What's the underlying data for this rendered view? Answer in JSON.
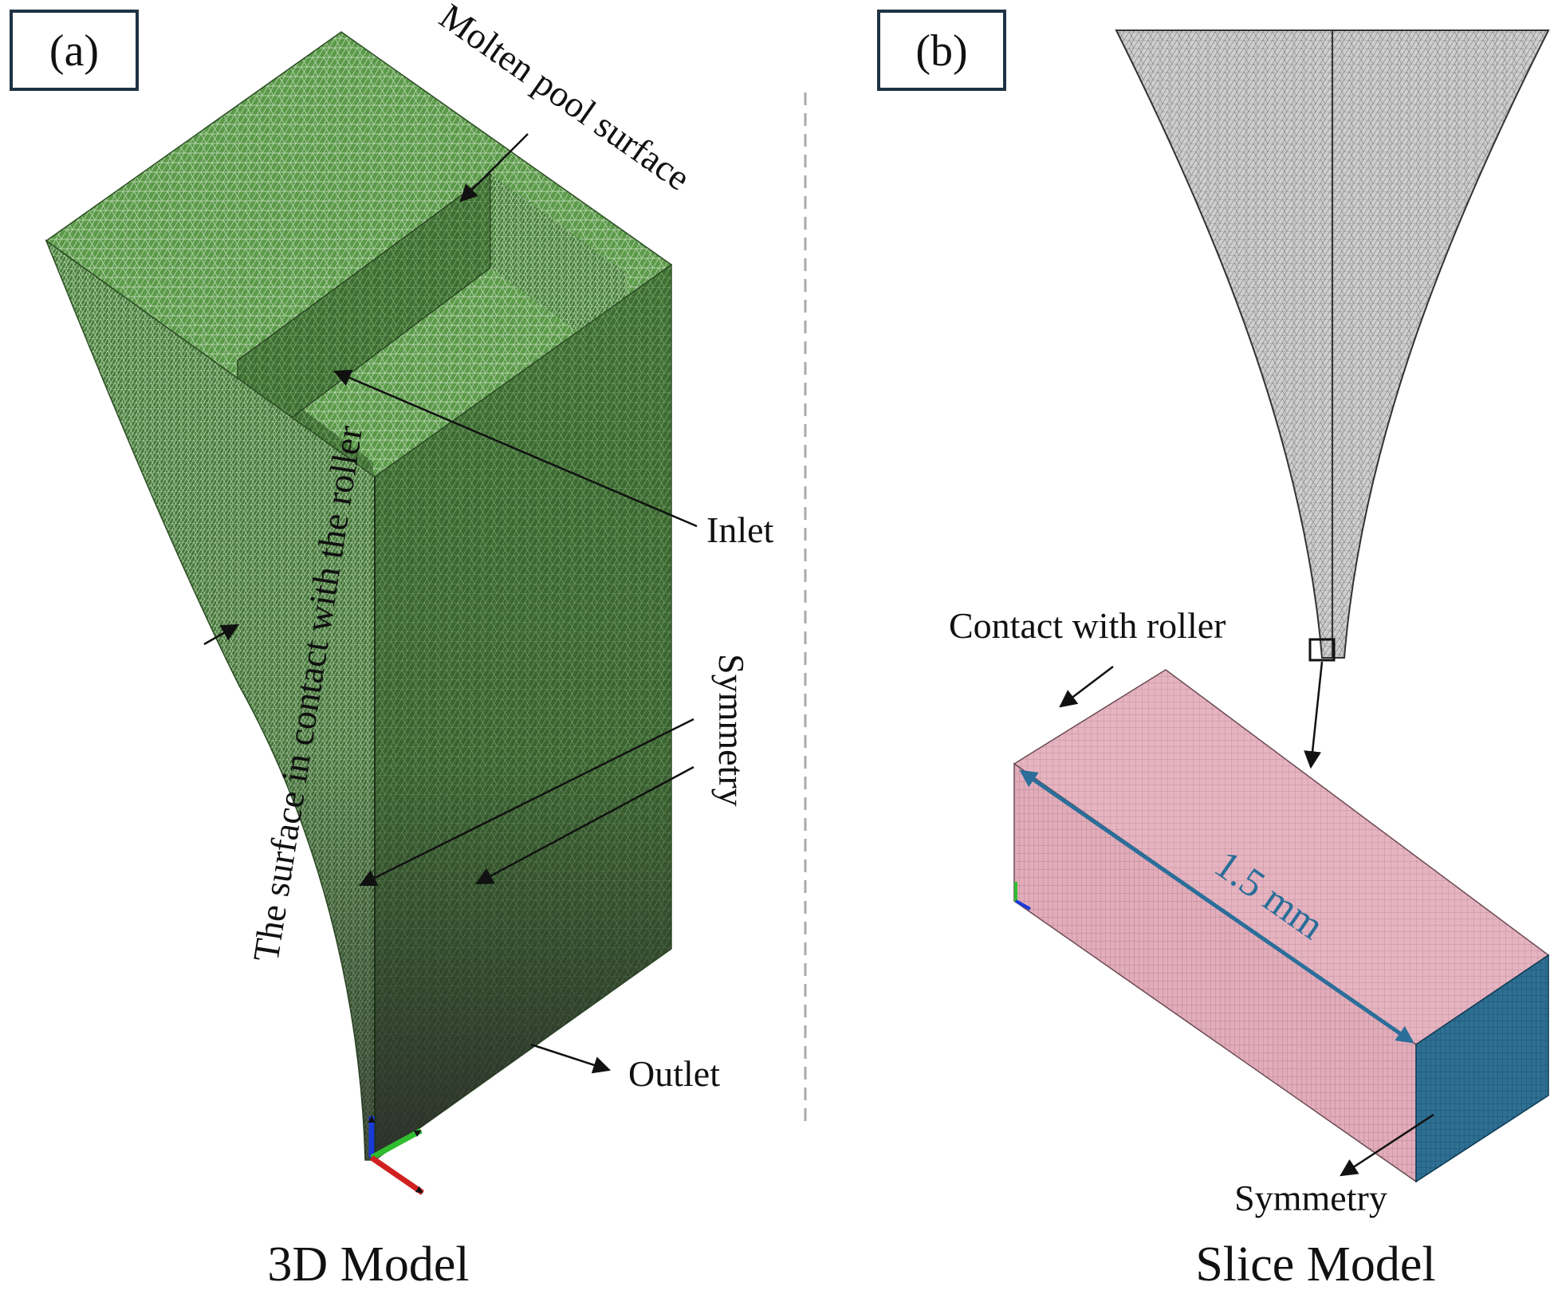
{
  "panels": {
    "a": {
      "label": "(a)",
      "caption": "3D Model"
    },
    "b": {
      "label": "(b)",
      "caption": "Slice Model"
    }
  },
  "labels": {
    "molten_pool_surface": "Molten pool surface",
    "inlet": "Inlet",
    "symmetry_a": "Symmetry",
    "outlet": "Outlet",
    "roller_surface": "The surface in contact with the roller",
    "contact_with_roller": "Contact with roller",
    "dimension": "1.5 mm",
    "symmetry_b": "Symmetry"
  },
  "colors": {
    "mesh_green": "#5a9a48",
    "mesh_green_dark": "#3f6e34",
    "mesh_gray": "#c9c9c9",
    "slice_pink": "#e6b3c0",
    "slice_blue": "#2e6f92",
    "dimension_blue": "#2a6e99",
    "divider": "#aaaaaa"
  },
  "axis_icons": [
    "axis-x-arrow-icon",
    "axis-y-arrow-icon",
    "axis-z-arrow-icon"
  ]
}
